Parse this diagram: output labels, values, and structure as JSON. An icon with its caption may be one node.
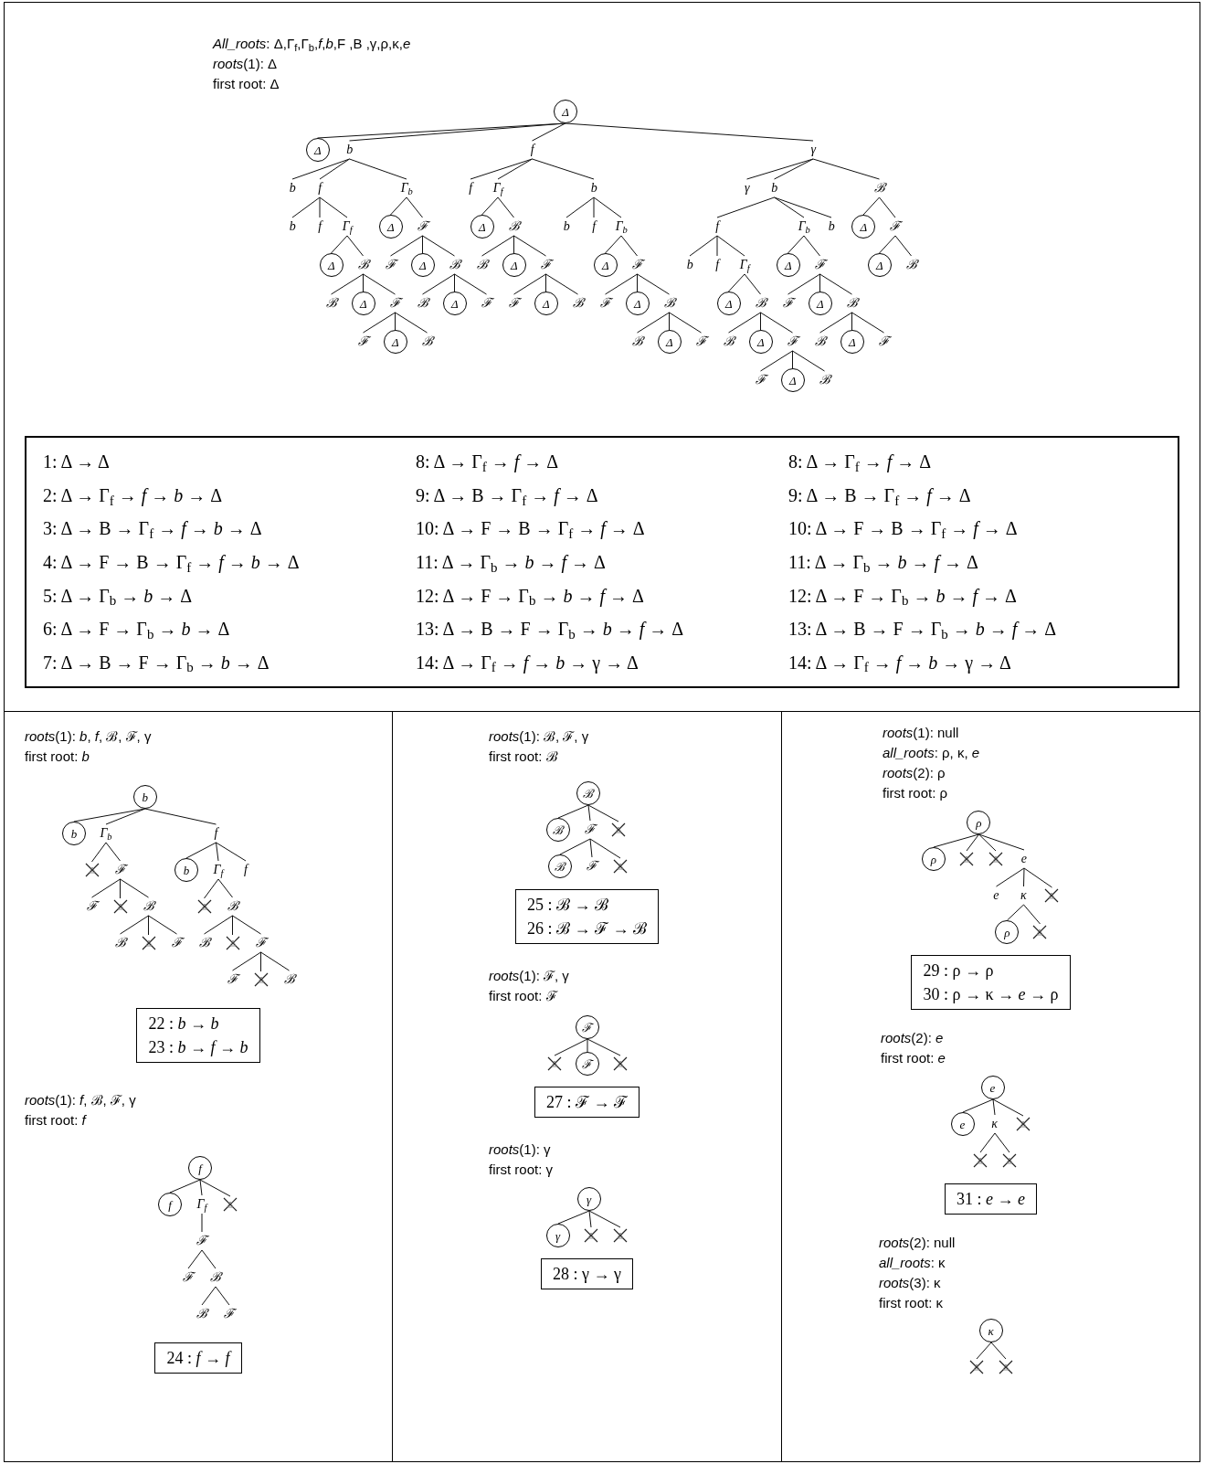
{
  "diagram": {
    "nodes": [
      {
        "text": [
          "Δ"
        ]
      },
      {
        "text": [
          "Δ"
        ]
      },
      {
        "text": [
          "b"
        ]
      },
      {
        "text": [
          "b"
        ]
      },
      {
        "text": [
          "f"
        ]
      },
      {
        "text": [
          "b"
        ]
      },
      {
        "text": [
          "f"
        ]
      },
      {
        "text": [
          "Γ$_{f}$"
        ]
      },
      {
        "text": [
          "Δ"
        ]
      },
      {
        "text": [
          "ℬ"
        ]
      },
      {
        "text": [
          "ℬ"
        ]
      },
      {
        "text": [
          "Δ"
        ]
      },
      {
        "text": [
          "ℱ"
        ]
      },
      {
        "text": [
          "ℱ"
        ]
      },
      {
        "text": [
          "Δ"
        ]
      },
      {
        "text": [
          "ℬ"
        ]
      },
      {
        "text": [
          "Γ$_{b}$"
        ]
      },
      {
        "text": [
          "Δ"
        ]
      },
      {
        "text": [
          "ℱ"
        ]
      },
      {
        "text": [
          "ℱ"
        ]
      },
      {
        "text": [
          "Δ"
        ]
      },
      {
        "text": [
          "ℬ"
        ]
      },
      {
        "text": [
          "ℬ"
        ]
      },
      {
        "text": [
          "Δ"
        ]
      },
      {
        "text": [
          "ℱ"
        ]
      },
      {
        "text": [
          "f"
        ]
      },
      {
        "text": [
          "f"
        ]
      },
      {
        "text": [
          "Γ$_{f}$"
        ]
      },
      {
        "text": [
          "Δ"
        ]
      },
      {
        "text": [
          "ℬ"
        ]
      },
      {
        "text": [
          "ℬ"
        ]
      },
      {
        "text": [
          "Δ"
        ]
      },
      {
        "text": [
          "ℱ"
        ]
      },
      {
        "text": [
          "ℱ"
        ]
      },
      {
        "text": [
          "Δ"
        ]
      },
      {
        "text": [
          "ℬ"
        ]
      },
      {
        "text": [
          "b"
        ]
      },
      {
        "text": [
          "b"
        ]
      },
      {
        "text": [
          "f"
        ]
      },
      {
        "text": [
          "Γ$_{b}$"
        ]
      },
      {
        "text": [
          "Δ"
        ]
      },
      {
        "text": [
          "ℱ"
        ]
      },
      {
        "text": [
          "ℱ"
        ]
      },
      {
        "text": [
          "Δ"
        ]
      },
      {
        "text": [
          "ℬ"
        ]
      },
      {
        "text": [
          "ℬ"
        ]
      },
      {
        "text": [
          "Δ"
        ]
      },
      {
        "text": [
          "ℱ"
        ]
      },
      {
        "text": [
          "γ"
        ]
      },
      {
        "text": [
          "γ"
        ]
      },
      {
        "text": [
          "b"
        ]
      },
      {
        "text": [
          "f"
        ]
      },
      {
        "text": [
          "b"
        ]
      },
      {
        "text": [
          "f"
        ]
      },
      {
        "text": [
          "Γ$_{f}$"
        ]
      },
      {
        "text": [
          "Δ"
        ]
      },
      {
        "text": [
          "ℬ"
        ]
      },
      {
        "text": [
          "ℬ"
        ]
      },
      {
        "text": [
          "Δ"
        ]
      },
      {
        "text": [
          "ℱ"
        ]
      },
      {
        "text": [
          "ℱ"
        ]
      },
      {
        "text": [
          "Δ"
        ]
      },
      {
        "text": [
          "ℬ"
        ]
      },
      {
        "text": [
          "Γ$_{b}$"
        ]
      },
      {
        "text": [
          "Δ"
        ]
      },
      {
        "text": [
          "ℱ"
        ]
      },
      {
        "text": [
          "ℱ"
        ]
      },
      {
        "text": [
          "Δ"
        ]
      },
      {
        "text": [
          "ℬ"
        ]
      },
      {
        "text": [
          "ℬ"
        ]
      },
      {
        "text": [
          "Δ"
        ]
      },
      {
        "text": [
          "ℱ"
        ]
      },
      {
        "text": [
          "b"
        ]
      },
      {
        "text": [
          "ℬ"
        ]
      },
      {
        "text": [
          "Δ"
        ]
      },
      {
        "text": [
          "ℱ"
        ]
      },
      {
        "text": [
          "Δ"
        ]
      },
      {
        "text": [
          "ℬ"
        ]
      },
      {
        "text": [
          "1: Δ → Δ",
          "2: Δ → Γ$_{f}$ → *f* → *b* → Δ",
          "3: Δ → B → Γ$_{f}$ → *f* → *b* → Δ",
          "4: Δ → F → B → Γ$_{f}$ → *f* → *b* → Δ",
          "5: Δ → Γ$_{b}$ → *b* → Δ",
          "6: Δ → F → Γ$_{b}$ → *b* → Δ",
          "7: Δ → B → F → Γ$_{b}$ → *b* → Δ",
          "8: Δ → Γ$_{f}$ → *f* → Δ",
          "9: Δ → B → Γ$_{f}$ → *f* → Δ",
          "10: Δ → F → B → Γ$_{f}$ → *f* → Δ",
          "11: Δ → Γ$_{b}$ → *b* → *f* → Δ",
          "12: Δ → F → Γ$_{b}$ → *b* → *f* → Δ",
          "13: Δ → B → F → Γ$_{b}$ → *b* → *f* → Δ",
          "14: Δ → Γ$_{f}$ → *f* → *b* → γ → Δ",
          "8: Δ → Γ$_{f}$ → *f* → Δ",
          "9: Δ → B → Γ$_{f}$ → *f* → Δ",
          "10: Δ → F → B → Γ$_{f}$ → *f* → Δ",
          "11: Δ → Γ$_{b}$ → *b* → *f* → Δ",
          "12: Δ → F → Γ$_{b}$ → *b* → *f* → Δ",
          "13: Δ → B → F → Γ$_{b}$ → *b* → *f* → Δ",
          "14: Δ → Γ$_{f}$ → *f* → *b* → γ → Δ"
        ]
      },
      {
        "text": [
          "b"
        ]
      },
      {
        "text": [
          "b"
        ]
      },
      {
        "text": [
          "Γ$_{b}$"
        ]
      },
      {
        "text": [],
        "shape": "cross"
      },
      {
        "text": [
          "ℱ"
        ]
      },
      {
        "text": [
          "ℱ"
        ]
      },
      {
        "text": [],
        "shape": "cross"
      },
      {
        "text": [
          "ℬ"
        ]
      },
      {
        "text": [
          "ℬ"
        ]
      },
      {
        "text": [],
        "shape": "cross"
      },
      {
        "text": [
          "ℱ"
        ]
      },
      {
        "text": [
          "f"
        ]
      },
      {
        "text": [
          "b"
        ]
      },
      {
        "text": [
          "Γ$_{f}$"
        ]
      },
      {
        "text": [],
        "shape": "cross"
      },
      {
        "text": [
          "ℬ"
        ]
      },
      {
        "text": [
          "ℬ"
        ]
      },
      {
        "text": [],
        "shape": "cross"
      },
      {
        "text": [
          "ℱ"
        ]
      },
      {
        "text": [
          "ℱ"
        ]
      },
      {
        "text": [],
        "shape": "cross"
      },
      {
        "text": [
          "ℬ"
        ]
      },
      {
        "text": [
          "f"
        ]
      },
      {
        "text": [
          "22 : *b* → *b*",
          "23 : *b* → *f* → *b*"
        ]
      },
      {
        "text": [
          "f"
        ]
      },
      {
        "text": [
          "f"
        ]
      },
      {
        "text": [
          "Γ$_{f}$"
        ]
      },
      {
        "text": [
          "ℱ"
        ]
      },
      {
        "text": [
          "ℱ"
        ]
      },
      {
        "text": [
          "ℬ"
        ]
      },
      {
        "text": [
          "ℬ"
        ]
      },
      {
        "text": [
          "ℱ"
        ]
      },
      {
        "text": [],
        "shape": "cross"
      },
      {
        "text": [
          "24 : *f* → *f*"
        ]
      },
      {
        "text": [
          "ℬ"
        ]
      },
      {
        "text": [
          "ℬ"
        ]
      },
      {
        "text": [
          "ℱ"
        ]
      },
      {
        "text": [
          "ℬ"
        ]
      },
      {
        "text": [
          "ℱ"
        ]
      },
      {
        "text": [],
        "shape": "cross"
      },
      {
        "text": [],
        "shape": "cross"
      },
      {
        "text": [
          "25 : ℬ → ℬ",
          "26 : ℬ → ℱ → ℬ"
        ]
      },
      {
        "text": [
          "ℱ"
        ]
      },
      {
        "text": [],
        "shape": "cross"
      },
      {
        "text": [
          "ℱ"
        ]
      },
      {
        "text": [],
        "shape": "cross"
      },
      {
        "text": [
          "27 : ℱ → ℱ"
        ]
      },
      {
        "text": [
          "γ"
        ]
      },
      {
        "text": [
          "γ"
        ]
      },
      {
        "text": [],
        "shape": "cross"
      },
      {
        "text": [],
        "shape": "cross"
      },
      {
        "text": [
          "28 : γ → γ"
        ]
      },
      {
        "text": [
          "ρ"
        ]
      },
      {
        "text": [
          "ρ"
        ]
      },
      {
        "text": [],
        "shape": "cross"
      },
      {
        "text": [],
        "shape": "cross"
      },
      {
        "text": [
          "e"
        ]
      },
      {
        "text": [
          "e"
        ]
      },
      {
        "text": [
          "κ"
        ]
      },
      {
        "text": [
          "ρ"
        ]
      },
      {
        "text": [],
        "shape": "cross"
      },
      {
        "text": [],
        "shape": "cross"
      },
      {
        "text": [
          "29 : ρ → ρ",
          "30 : ρ → κ → *e* → ρ"
        ]
      },
      {
        "text": [
          "e"
        ]
      },
      {
        "text": [
          "e"
        ]
      },
      {
        "text": [
          "κ"
        ]
      },
      {
        "text": [],
        "shape": "cross"
      },
      {
        "text": [],
        "shape": "cross"
      },
      {
        "text": [],
        "shape": "cross"
      },
      {
        "text": [
          "31 : *e* → *e*"
        ]
      },
      {
        "text": [
          "κ"
        ]
      },
      {
        "text": [],
        "shape": "cross"
      },
      {
        "text": [],
        "shape": "cross"
      }
    ],
    "edges": [
      {
        "from": 0,
        "to": 1,
        "arrow": "none"
      },
      {
        "from": 0,
        "to": 2,
        "arrow": "none"
      },
      {
        "from": 0,
        "to": 25,
        "arrow": "none"
      },
      {
        "from": 0,
        "to": 48,
        "arrow": "none"
      },
      {
        "from": 2,
        "to": 3,
        "arrow": "none"
      },
      {
        "from": 2,
        "to": 4,
        "arrow": "none"
      },
      {
        "from": 2,
        "to": 16,
        "arrow": "none"
      },
      {
        "from": 4,
        "to": 5,
        "arrow": "none"
      },
      {
        "from": 4,
        "to": 6,
        "arrow": "none"
      },
      {
        "from": 4,
        "to": 7,
        "arrow": "none"
      },
      {
        "from": 7,
        "to": 8,
        "arrow": "none"
      },
      {
        "from": 7,
        "to": 9,
        "arrow": "none"
      },
      {
        "from": 9,
        "to": 10,
        "arrow": "none"
      },
      {
        "from": 9,
        "to": 11,
        "arrow": "none"
      },
      {
        "from": 9,
        "to": 12,
        "arrow": "none"
      },
      {
        "from": 12,
        "to": 13,
        "arrow": "none"
      },
      {
        "from": 12,
        "to": 14,
        "arrow": "none"
      },
      {
        "from": 12,
        "to": 15,
        "arrow": "none"
      },
      {
        "from": 16,
        "to": 17,
        "arrow": "none"
      },
      {
        "from": 16,
        "to": 18,
        "arrow": "none"
      },
      {
        "from": 18,
        "to": 19,
        "arrow": "none"
      },
      {
        "from": 18,
        "to": 20,
        "arrow": "none"
      },
      {
        "from": 18,
        "to": 21,
        "arrow": "none"
      },
      {
        "from": 21,
        "to": 22,
        "arrow": "none"
      },
      {
        "from": 21,
        "to": 23,
        "arrow": "none"
      },
      {
        "from": 21,
        "to": 24,
        "arrow": "none"
      },
      {
        "from": 25,
        "to": 26,
        "arrow": "none"
      },
      {
        "from": 25,
        "to": 27,
        "arrow": "none"
      },
      {
        "from": 25,
        "to": 36,
        "arrow": "none"
      },
      {
        "from": 27,
        "to": 28,
        "arrow": "none"
      },
      {
        "from": 27,
        "to": 29,
        "arrow": "none"
      },
      {
        "from": 29,
        "to": 30,
        "arrow": "none"
      },
      {
        "from": 29,
        "to": 31,
        "arrow": "none"
      },
      {
        "from": 29,
        "to": 32,
        "arrow": "none"
      },
      {
        "from": 32,
        "to": 33,
        "arrow": "none"
      },
      {
        "from": 32,
        "to": 34,
        "arrow": "none"
      },
      {
        "from": 32,
        "to": 35,
        "arrow": "none"
      },
      {
        "from": 36,
        "to": 37,
        "arrow": "none"
      },
      {
        "from": 36,
        "to": 38,
        "arrow": "none"
      },
      {
        "from": 36,
        "to": 39,
        "arrow": "none"
      },
      {
        "from": 39,
        "to": 40,
        "arrow": "none"
      },
      {
        "from": 39,
        "to": 41,
        "arrow": "none"
      },
      {
        "from": 41,
        "to": 42,
        "arrow": "none"
      },
      {
        "from": 41,
        "to": 43,
        "arrow": "none"
      },
      {
        "from": 41,
        "to": 44,
        "arrow": "none"
      },
      {
        "from": 44,
        "to": 45,
        "arrow": "none"
      },
      {
        "from": 44,
        "to": 46,
        "arrow": "none"
      },
      {
        "from": 44,
        "to": 47,
        "arrow": "none"
      },
      {
        "from": 48,
        "to": 49,
        "arrow": "none"
      },
      {
        "from": 48,
        "to": 50,
        "arrow": "none"
      },
      {
        "from": 48,
        "to": 73,
        "arrow": "none"
      },
      {
        "from": 50,
        "to": 51,
        "arrow": "none"
      },
      {
        "from": 50,
        "to": 63,
        "arrow": "none"
      },
      {
        "from": 50,
        "to": 72,
        "arrow": "none"
      },
      {
        "from": 51,
        "to": 52,
        "arrow": "none"
      },
      {
        "from": 51,
        "to": 53,
        "arrow": "none"
      },
      {
        "from": 51,
        "to": 54,
        "arrow": "none"
      },
      {
        "from": 54,
        "to": 55,
        "arrow": "none"
      },
      {
        "from": 54,
        "to": 56,
        "arrow": "none"
      },
      {
        "from": 56,
        "to": 57,
        "arrow": "none"
      },
      {
        "from": 56,
        "to": 58,
        "arrow": "none"
      },
      {
        "from": 56,
        "to": 59,
        "arrow": "none"
      },
      {
        "from": 59,
        "to": 60,
        "arrow": "none"
      },
      {
        "from": 59,
        "to": 61,
        "arrow": "none"
      },
      {
        "from": 59,
        "to": 62,
        "arrow": "none"
      },
      {
        "from": 63,
        "to": 64,
        "arrow": "none"
      },
      {
        "from": 63,
        "to": 65,
        "arrow": "none"
      },
      {
        "from": 65,
        "to": 66,
        "arrow": "none"
      },
      {
        "from": 65,
        "to": 67,
        "arrow": "none"
      },
      {
        "from": 65,
        "to": 68,
        "arrow": "none"
      },
      {
        "from": 68,
        "to": 69,
        "arrow": "none"
      },
      {
        "from": 68,
        "to": 70,
        "arrow": "none"
      },
      {
        "from": 68,
        "to": 71,
        "arrow": "none"
      },
      {
        "from": 73,
        "to": 74,
        "arrow": "none"
      },
      {
        "from": 73,
        "to": 75,
        "arrow": "none"
      },
      {
        "from": 75,
        "to": 76,
        "arrow": "none"
      },
      {
        "from": 75,
        "to": 77,
        "arrow": "none"
      },
      {
        "from": 79,
        "to": 80,
        "arrow": "none"
      },
      {
        "from": 79,
        "to": 81,
        "arrow": "none"
      },
      {
        "from": 79,
        "to": 90,
        "arrow": "none"
      },
      {
        "from": 81,
        "to": 82,
        "arrow": "none"
      },
      {
        "from": 81,
        "to": 83,
        "arrow": "none"
      },
      {
        "from": 83,
        "to": 84,
        "arrow": "none"
      },
      {
        "from": 83,
        "to": 85,
        "arrow": "none"
      },
      {
        "from": 83,
        "to": 86,
        "arrow": "none"
      },
      {
        "from": 86,
        "to": 87,
        "arrow": "none"
      },
      {
        "from": 86,
        "to": 88,
        "arrow": "none"
      },
      {
        "from": 86,
        "to": 89,
        "arrow": "none"
      },
      {
        "from": 90,
        "to": 91,
        "arrow": "none"
      },
      {
        "from": 90,
        "to": 92,
        "arrow": "none"
      },
      {
        "from": 90,
        "to": 101,
        "arrow": "none"
      },
      {
        "from": 92,
        "to": 93,
        "arrow": "none"
      },
      {
        "from": 92,
        "to": 94,
        "arrow": "none"
      },
      {
        "from": 94,
        "to": 95,
        "arrow": "none"
      },
      {
        "from": 94,
        "to": 96,
        "arrow": "none"
      },
      {
        "from": 94,
        "to": 97,
        "arrow": "none"
      },
      {
        "from": 97,
        "to": 98,
        "arrow": "none"
      },
      {
        "from": 97,
        "to": 99,
        "arrow": "none"
      },
      {
        "from": 97,
        "to": 100,
        "arrow": "none"
      },
      {
        "from": 103,
        "to": 104,
        "arrow": "none"
      },
      {
        "from": 103,
        "to": 105,
        "arrow": "none"
      },
      {
        "from": 103,
        "to": 111,
        "arrow": "none"
      },
      {
        "from": 105,
        "to": 106,
        "arrow": "none"
      },
      {
        "from": 106,
        "to": 107,
        "arrow": "none"
      },
      {
        "from": 106,
        "to": 108,
        "arrow": "none"
      },
      {
        "from": 108,
        "to": 109,
        "arrow": "none"
      },
      {
        "from": 108,
        "to": 110,
        "arrow": "none"
      },
      {
        "from": 113,
        "to": 114,
        "arrow": "none"
      },
      {
        "from": 113,
        "to": 115,
        "arrow": "none"
      },
      {
        "from": 113,
        "to": 119,
        "arrow": "none"
      },
      {
        "from": 115,
        "to": 116,
        "arrow": "none"
      },
      {
        "from": 115,
        "to": 117,
        "arrow": "none"
      },
      {
        "from": 115,
        "to": 118,
        "arrow": "none"
      },
      {
        "from": 121,
        "to": 122,
        "arrow": "none"
      },
      {
        "from": 121,
        "to": 123,
        "arrow": "none"
      },
      {
        "from": 121,
        "to": 124,
        "arrow": "none"
      },
      {
        "from": 126,
        "to": 127,
        "arrow": "none"
      },
      {
        "from": 126,
        "to": 128,
        "arrow": "none"
      },
      {
        "from": 126,
        "to": 129,
        "arrow": "none"
      },
      {
        "from": 131,
        "to": 132,
        "arrow": "none"
      },
      {
        "from": 131,
        "to": 133,
        "arrow": "none"
      },
      {
        "from": 131,
        "to": 134,
        "arrow": "none"
      },
      {
        "from": 131,
        "to": 135,
        "arrow": "none"
      },
      {
        "from": 135,
        "to": 136,
        "arrow": "none"
      },
      {
        "from": 135,
        "to": 137,
        "arrow": "none"
      },
      {
        "from": 135,
        "to": 140,
        "arrow": "none"
      },
      {
        "from": 137,
        "to": 138,
        "arrow": "none"
      },
      {
        "from": 137,
        "to": 139,
        "arrow": "none"
      },
      {
        "from": 142,
        "to": 143,
        "arrow": "none"
      },
      {
        "from": 142,
        "to": 144,
        "arrow": "none"
      },
      {
        "from": 142,
        "to": 147,
        "arrow": "none"
      },
      {
        "from": 144,
        "to": 145,
        "arrow": "none"
      },
      {
        "from": 144,
        "to": 146,
        "arrow": "none"
      },
      {
        "from": 149,
        "to": 150,
        "arrow": "none"
      },
      {
        "from": 149,
        "to": 151,
        "arrow": "none"
      }
    ],
    "labels": [
      "*All_roots*:  Δ,Γ$_{f}$,Γ$_{b}$,*f*,*b*,F ,B ,γ,ρ,κ,*e*",
      "*roots*(1): Δ",
      "first root: Δ",
      "*roots*(1):  *b*, *f*, ℬ, ℱ, γ",
      "first root: *b*",
      "*roots*(1):  *f*, ℬ, ℱ, γ",
      "first root: *f*",
      "*roots*(1):  ℬ, ℱ, γ",
      "first root: ℬ",
      "*roots*(1):  ℱ, γ",
      "first root: ℱ",
      "*roots*(1): γ",
      "first root: γ",
      "*roots*(1): null",
      "*all_roots*:  ρ, κ, *e*",
      "*roots*(2): ρ",
      "first root: ρ",
      "*roots*(2): *e*",
      "first root: *e*",
      "*roots*(2): null",
      "*all_roots*: κ",
      "*roots*(3): κ",
      "first root: κ"
    ]
  }
}
